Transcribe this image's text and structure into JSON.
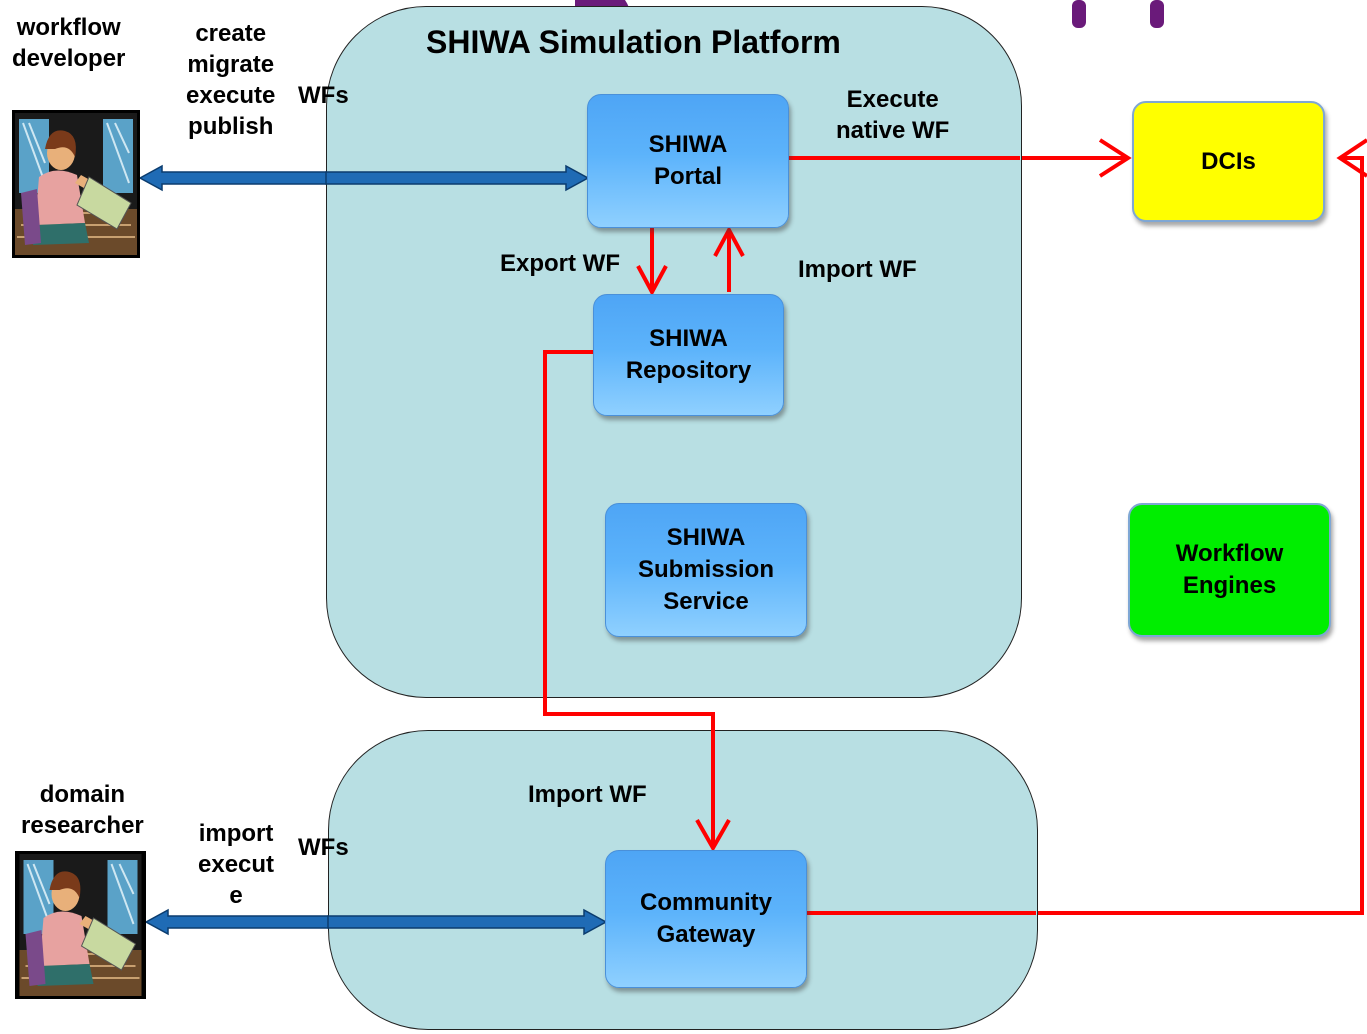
{
  "title": "SHIWA Simulation Platform",
  "actors": {
    "developer": {
      "label": "workflow\ndeveloper",
      "icon": "user-at-computer-icon"
    },
    "researcher": {
      "label": "domain\nresearcher",
      "icon": "user-at-computer-icon"
    }
  },
  "developer_actions": {
    "verbs": "create\nmigrate\nexecute\npublish",
    "object": "WFs"
  },
  "researcher_actions": {
    "verbs": "import\nexecut\ne",
    "object": "WFs"
  },
  "components": {
    "portal": "SHIWA\nPortal",
    "repository": "SHIWA\nRepository",
    "submission": "SHIWA\nSubmission\nService",
    "gateway": "Community\nGateway",
    "dcis": "DCIs",
    "engines": "Workflow\nEngines"
  },
  "edges": {
    "execute_native": "Execute\nnative WF",
    "export_wf": "Export WF",
    "import_wf_top": "Import WF",
    "import_wf_bottom": "Import WF"
  },
  "colors": {
    "platform_fill": "#b8dfe3",
    "component_blue": "#5cb3fb",
    "dci_yellow": "#ffff00",
    "engine_green": "#00ee00",
    "flow_red": "#ff0000",
    "user_arrow_blue": "#1f6bb5",
    "title_purple": "#6a1a7a"
  }
}
